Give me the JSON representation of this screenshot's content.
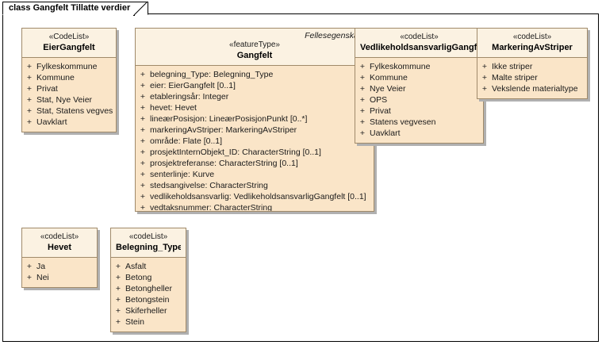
{
  "diagram": {
    "title": "class Gangfelt Tillatte verdier",
    "colors": {
      "header_fill": "#fbf2e2",
      "body_fill": "#fae5c8",
      "border": "#a08a6a",
      "shadow": "#b0b0b0",
      "frame_border": "#000000",
      "canvas": "#ffffff"
    }
  },
  "classes": {
    "eier_gangfelt": {
      "stereotype": "«CodeList»",
      "name": "EierGangfelt",
      "attributes": [
        {
          "visibility": "+",
          "text": "Fylkeskommune"
        },
        {
          "visibility": "+",
          "text": "Kommune"
        },
        {
          "visibility": "+",
          "text": "Privat"
        },
        {
          "visibility": "+",
          "text": "Stat, Nye Veier"
        },
        {
          "visibility": "+",
          "text": "Stat, Statens vegvesen"
        },
        {
          "visibility": "+",
          "text": "Uavklart"
        }
      ]
    },
    "gangfelt": {
      "owner_tag": "Fellesegenskaper",
      "stereotype": "«featureType»",
      "name": "Gangfelt",
      "attributes": [
        {
          "visibility": "+",
          "text": "belegning_Type: Belegning_Type"
        },
        {
          "visibility": "+",
          "text": "eier: EierGangfelt [0..1]"
        },
        {
          "visibility": "+",
          "text": "etableringsår: Integer"
        },
        {
          "visibility": "+",
          "text": "hevet: Hevet"
        },
        {
          "visibility": "+",
          "text": "lineærPosisjon: LineærPosisjonPunkt [0..*]"
        },
        {
          "visibility": "+",
          "text": "markeringAvStriper: MarkeringAvStriper"
        },
        {
          "visibility": "+",
          "text": "område: Flate [0..1]"
        },
        {
          "visibility": "+",
          "text": "prosjektInternObjekt_ID: CharacterString [0..1]"
        },
        {
          "visibility": "+",
          "text": "prosjektreferanse: CharacterString [0..1]"
        },
        {
          "visibility": "+",
          "text": "senterlinje: Kurve"
        },
        {
          "visibility": "+",
          "text": "stedsangivelse: CharacterString"
        },
        {
          "visibility": "+",
          "text": "vedlikeholdsansvarlig: VedlikeholdsansvarligGangfelt [0..1]"
        },
        {
          "visibility": "+",
          "text": "vedtaksnummer: CharacterString"
        }
      ]
    },
    "vedlikeholdsansvarlig_gangfelt": {
      "stereotype": "«codeList»",
      "name": "VedlikeholdsansvarligGangfelt",
      "attributes": [
        {
          "visibility": "+",
          "text": "Fylkeskommune"
        },
        {
          "visibility": "+",
          "text": "Kommune"
        },
        {
          "visibility": "+",
          "text": "Nye Veier"
        },
        {
          "visibility": "+",
          "text": "OPS"
        },
        {
          "visibility": "+",
          "text": "Privat"
        },
        {
          "visibility": "+",
          "text": "Statens vegvesen"
        },
        {
          "visibility": "+",
          "text": "Uavklart"
        }
      ]
    },
    "markering_av_striper": {
      "stereotype": "«codeList»",
      "name": "MarkeringAvStriper",
      "attributes": [
        {
          "visibility": "+",
          "text": "Ikke striper"
        },
        {
          "visibility": "+",
          "text": "Malte striper"
        },
        {
          "visibility": "+",
          "text": "Vekslende materialtype"
        }
      ]
    },
    "hevet": {
      "stereotype": "«codeList»",
      "name": "Hevet",
      "attributes": [
        {
          "visibility": "+",
          "text": "Ja"
        },
        {
          "visibility": "+",
          "text": "Nei"
        }
      ]
    },
    "belegning_type": {
      "stereotype": "«codeList»",
      "name": "Belegning_Type",
      "attributes": [
        {
          "visibility": "+",
          "text": "Asfalt"
        },
        {
          "visibility": "+",
          "text": "Betong"
        },
        {
          "visibility": "+",
          "text": "Betongheller"
        },
        {
          "visibility": "+",
          "text": "Betongstein"
        },
        {
          "visibility": "+",
          "text": "Skiferheller"
        },
        {
          "visibility": "+",
          "text": "Stein"
        }
      ]
    }
  }
}
